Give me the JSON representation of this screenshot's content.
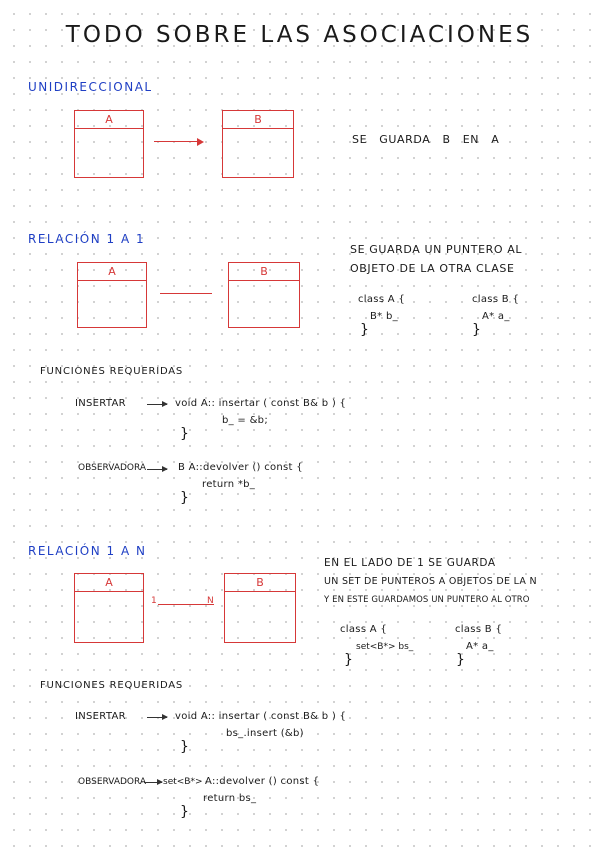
{
  "title": "TODO SOBRE LAS ASOCIACIONES",
  "unidireccional": {
    "heading": "UNIDIRECCIONAL",
    "box_a": "A",
    "box_b": "B",
    "note": "SE GUARDA B EN A"
  },
  "uno_a_uno": {
    "heading": "RELACIÓN 1 A 1",
    "box_a": "A",
    "box_b": "B",
    "note_line1": "SE GUARDA UN PUNTERO AL",
    "note_line2": "OBJETO DE LA OTRA CLASE",
    "class_a_decl": "class A {",
    "class_a_member": "B* b_",
    "class_b_decl": "class B {",
    "class_b_member": "A* a_",
    "close_brace": "}",
    "funciones_heading": "FUNCIONES REQUERIDAS",
    "insertar_label": "INSERTAR",
    "insertar_sig": "void  A:: insertar ( const  B& b ) {",
    "insertar_body": "b_ = &b;",
    "observadora_label": "OBSERVADORA",
    "observadora_sig": "B  A::devolver ()  const {",
    "observadora_body": "return *b_"
  },
  "uno_a_n": {
    "heading": "RELACIÓN 1 A N",
    "box_a": "A",
    "box_b": "B",
    "mult_left": "1",
    "mult_right": "N",
    "note_line1": "EN EL LADO DE 1 SE GUARDA",
    "note_line2": "UN SET DE PUNTEROS A OBJETOS DE LA N",
    "note_line3": "Y EN ESTE GUARDAMOS UN PUNTERO AL OTRO",
    "class_a_decl": "class A {",
    "class_a_member": "set<B*> bs_",
    "class_b_decl": "class B {",
    "class_b_member": "A* a_",
    "close_brace": "}",
    "funciones_heading": "FUNCIONES REQUERIDAS",
    "insertar_label": "INSERTAR",
    "insertar_sig": "void  A:: insertar ( const  B& b ) {",
    "insertar_body": "bs_.insert (&b)",
    "observadora_label": "OBSERVADORA",
    "observadora_ret": "set<B*>",
    "observadora_sig": "A::devolver ()  const {",
    "observadora_body": "return   bs_"
  },
  "colors": {
    "ink": "#1a1a1a",
    "heading_blue": "#1f3fc4",
    "diagram_red": "#d63838"
  }
}
